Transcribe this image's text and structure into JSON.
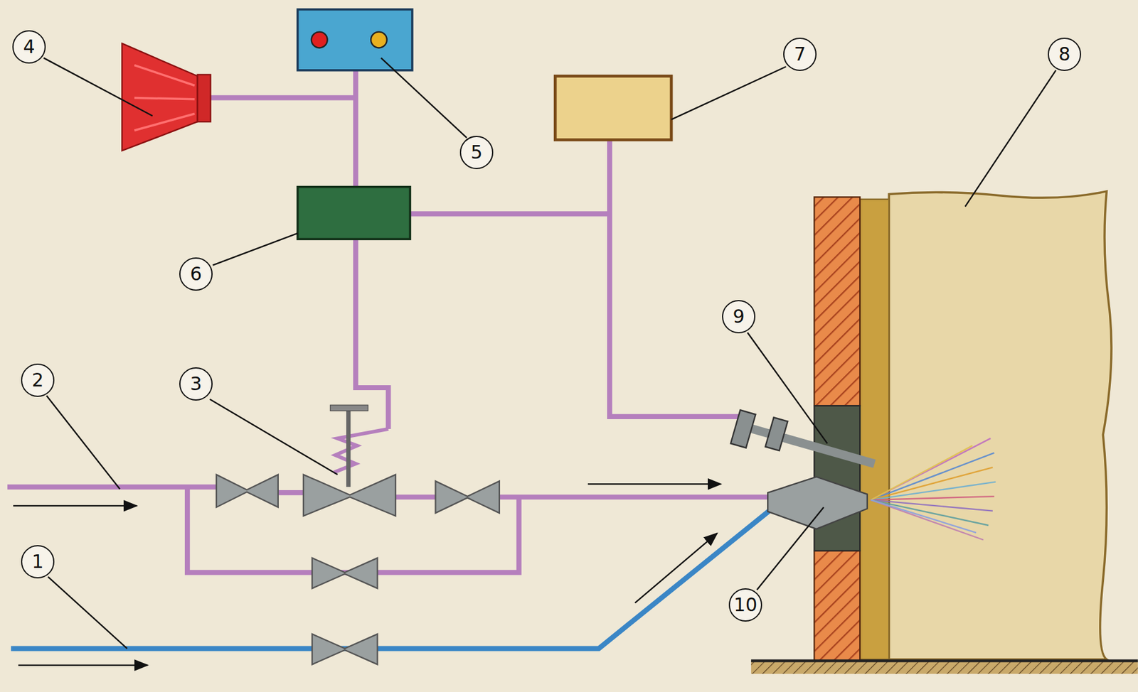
{
  "diagram": {
    "labels": [
      "4",
      "7",
      "8",
      "5",
      "6",
      "9",
      "3",
      "2",
      "1",
      "10"
    ]
  }
}
